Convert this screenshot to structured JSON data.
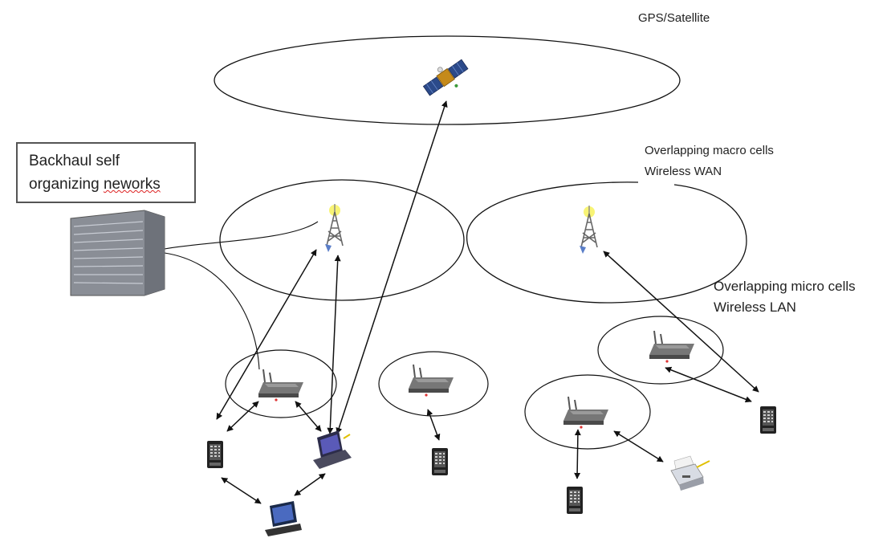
{
  "labels": {
    "satellite": "GPS/Satellite",
    "macro_line1": "Overlapping macro cells",
    "macro_line2": "Wireless WAN",
    "micro_line1": "Overlapping micro cells",
    "micro_line2": "Wireless LAN",
    "backhaul_line1": "Backhaul self",
    "backhaul_line2_a": "organizing ",
    "backhaul_line2_b": "neworks"
  },
  "colors": {
    "line": "#111111",
    "router_body": "#6a6a6a",
    "phone_body": "#2a2a2a",
    "server_body": "#8a8e96",
    "tower": "#666666",
    "tower_top": "#e8d800",
    "satellite_panel": "#2b4a8a",
    "satellite_body": "#c58a1a"
  },
  "icons": {
    "satellite": "satellite-icon",
    "tower": "cell-tower-icon",
    "router": "wireless-router-icon",
    "phone": "mobile-phone-icon",
    "laptop": "laptop-icon",
    "monitor": "desktop-computer-icon",
    "printer": "printer-icon",
    "server": "server-rack-icon"
  }
}
